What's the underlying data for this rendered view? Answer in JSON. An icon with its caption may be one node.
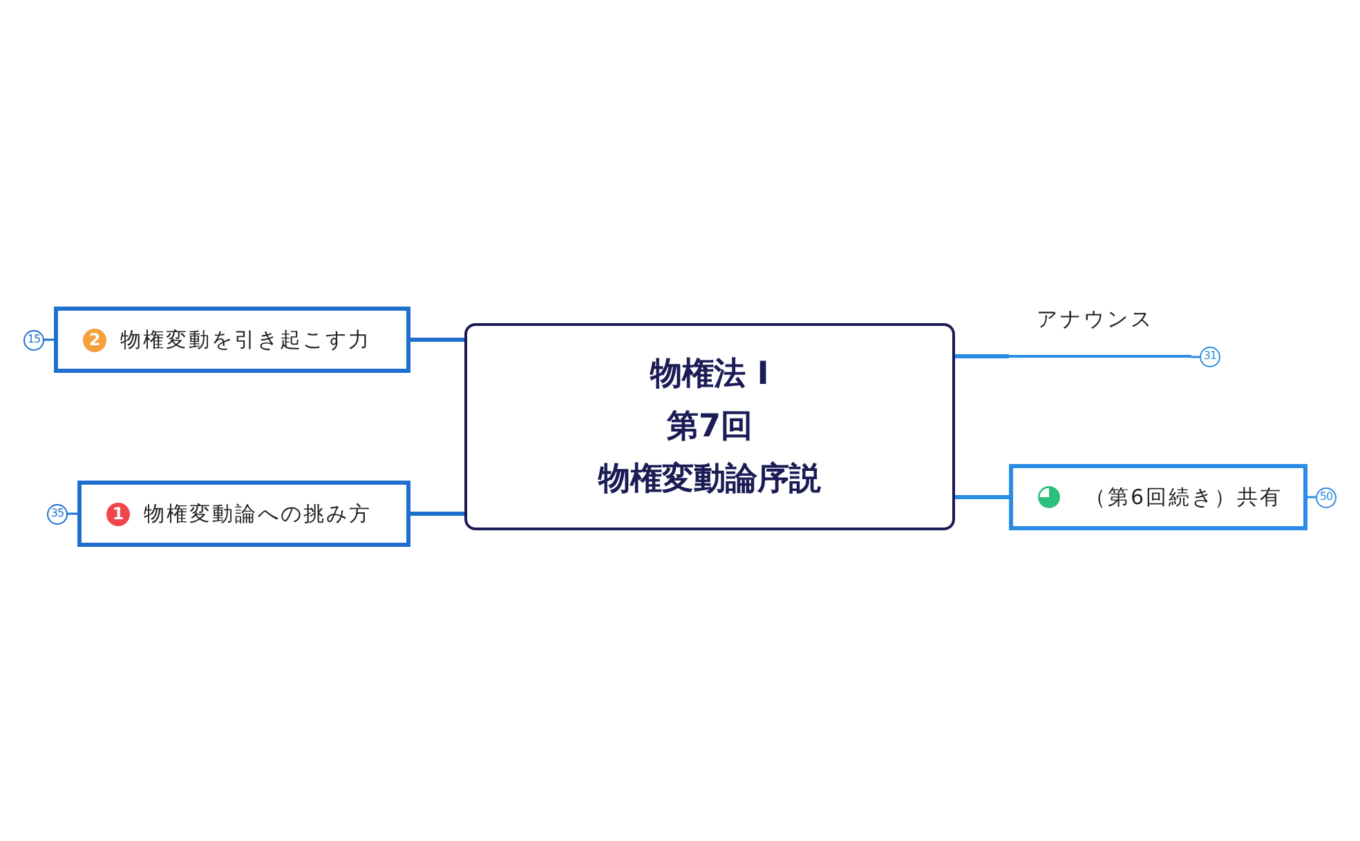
{
  "diagram": {
    "nodes": [
      {
        "text": [
          "物権法 I",
          "第7回",
          "物権変動論序説"
        ]
      },
      {
        "text": [
          "2",
          "物権変動を引き起こす力"
        ],
        "beside": [
          "15"
        ]
      },
      {
        "text": [
          "1",
          "物権変動論への挑み方"
        ],
        "beside": [
          "35"
        ]
      },
      {
        "text": [
          "アナウンス"
        ],
        "beside": [
          "31"
        ]
      },
      {
        "text": [
          "（第6回続き）共有"
        ],
        "beside": [
          "50"
        ]
      }
    ],
    "edges": [
      {
        "from": 0,
        "to": 1,
        "arrow": "none"
      },
      {
        "from": 0,
        "to": 2,
        "arrow": "none"
      },
      {
        "from": 0,
        "to": 3,
        "arrow": "none"
      },
      {
        "from": 0,
        "to": 4,
        "arrow": "none"
      }
    ]
  }
}
